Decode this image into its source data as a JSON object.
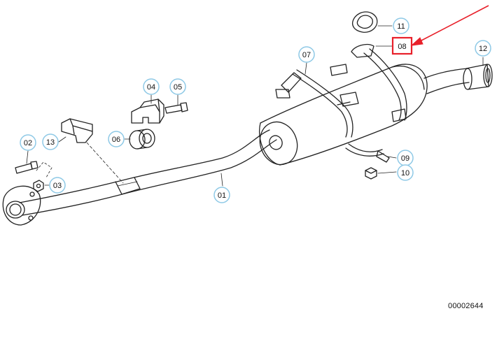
{
  "diagram": {
    "document_number": "00002644",
    "callouts": [
      {
        "id": "part-01",
        "label": "01",
        "shape": "circle"
      },
      {
        "id": "part-02",
        "label": "02",
        "shape": "circle"
      },
      {
        "id": "part-03",
        "label": "03",
        "shape": "circle"
      },
      {
        "id": "part-04",
        "label": "04",
        "shape": "circle"
      },
      {
        "id": "part-05",
        "label": "05",
        "shape": "circle"
      },
      {
        "id": "part-06",
        "label": "06",
        "shape": "circle"
      },
      {
        "id": "part-07",
        "label": "07",
        "shape": "circle"
      },
      {
        "id": "part-08",
        "label": "08",
        "shape": "square",
        "highlighted": true
      },
      {
        "id": "part-09",
        "label": "09",
        "shape": "circle"
      },
      {
        "id": "part-10",
        "label": "10",
        "shape": "circle"
      },
      {
        "id": "part-11",
        "label": "11",
        "shape": "circle"
      },
      {
        "id": "part-12",
        "label": "12",
        "shape": "circle"
      },
      {
        "id": "part-13",
        "label": "13",
        "shape": "circle"
      }
    ],
    "colors": {
      "line": "#222222",
      "callout_ring": "#8ec9e6",
      "highlight": "#e8202a"
    }
  }
}
